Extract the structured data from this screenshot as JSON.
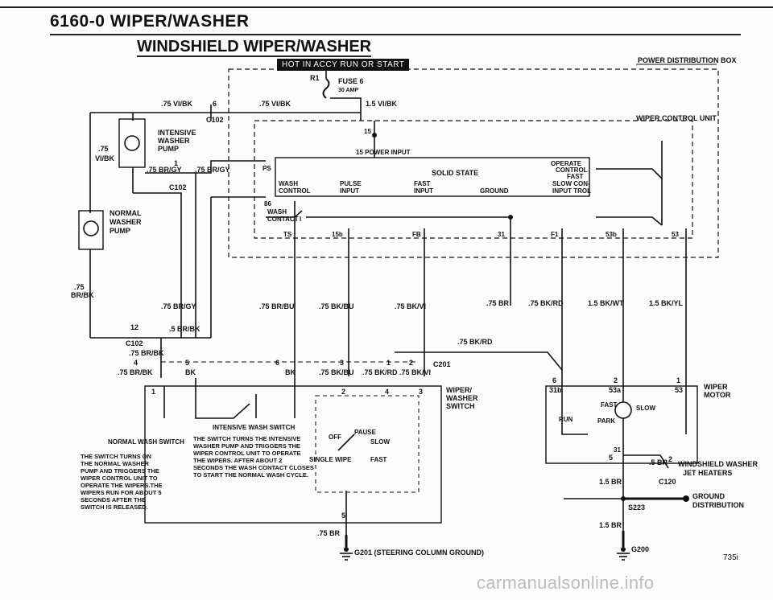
{
  "header": {
    "section": "6160-0 WIPER/WASHER",
    "subtitle": "WINDSHIELD WIPER/WASHER",
    "badge": "HOT IN ACCY RUN OR START",
    "page_number": "735i",
    "watermark": "carmanualsonline.info"
  },
  "labels": {
    "power_dist_box": "POWER DISTRIBUTION BOX",
    "r1": "R1",
    "fuse": "FUSE 6",
    "fuse_amp": "30 AMP",
    "w75vibk_a": ".75 VI/BK",
    "w75vibk_b": ".75 VI/BK",
    "w15vibk": "1.5 VI/BK",
    "pin6_top": "6",
    "c102_top": "C102",
    "wiper_control_unit": "WIPER CONTROL UNIT",
    "int_washer_1": "INTENSIVE",
    "int_washer_2": "WASHER",
    "int_washer_3": "PUMP",
    "w75_1": ".75",
    "vibk_left": "VI/BK",
    "w75brgy_a": ".75 BR/GY",
    "pin1_mid": "1",
    "w75brgy_b": ".75 BR/GY",
    "c102_mid": "C102",
    "norm_washer_1": "NORMAL",
    "norm_washer_2": "WASHER",
    "norm_washer_3": "PUMP",
    "t15": "15",
    "t15_power": "15 POWER INPUT",
    "ps": "PS",
    "solid_state": "SOLID STATE",
    "operate": "OPERATE",
    "control": "CONTROL",
    "fast": "FAST",
    "slow_con": "SLOW CON-",
    "input_trol": "INPUT TROL",
    "wash_control_1": "WASH",
    "wash_control_2": "CONTROL",
    "pulse_input_1": "PULSE",
    "pulse_input_2": "INPUT",
    "fast_input_1": "FAST",
    "fast_input_2": "INPUT",
    "ground": "GROUND",
    "t86": "86",
    "wash_contact_1": "WASH",
    "wash_contact_2": "CONTACT",
    "t_i": "I",
    "t_ts": "TS",
    "t_15b": "15b",
    "t_fb": "FB",
    "t_31": "31",
    "t_f1": "F1",
    "t_53b": "53b",
    "t_53": "53",
    "w75_brbk_1": ".75",
    "w75_brbk_2": "BR/BK",
    "w75brgy_c": ".75 BR/GY",
    "w75brbu": ".75 BR/BU",
    "w75bkbu": ".75 BK/BU",
    "w75bkvi": ".75 BK/VI",
    "w75br": ".75 BR",
    "w75bkrd": ".75 BK/RD",
    "w15bkwt": "1.5 BK/WT",
    "w15bkyl": "1.5 BK/YL",
    "pin12": "12",
    "w5brbk": ".5 BR/BK",
    "c102_low": "C102",
    "w75brbk_c": ".75 BR/BK",
    "pin4": "4",
    "w75brbk_d": ".75 BR/BK",
    "pin5": "5",
    "bk_a": "BK",
    "pin6_b": "6",
    "bk_b": "BK",
    "pin3": "3",
    "w75bkbu_b": ".75 BK/BU",
    "pin1_b": "1",
    "w75bkrd_b": ".75 BK/RD",
    "pin2": "2",
    "w75bkvi_b": ".75 BK/VI",
    "c201": "C201",
    "w75bkrd_c": ".75 BK/RD",
    "sw1": "1",
    "sw2": "2",
    "sw4": "4",
    "sw3": "3",
    "sw5": "5",
    "wws_1": "WIPER/",
    "wws_2": "WASHER",
    "wws_3": "SWITCH",
    "int_wash_sw": "INTENSIVE WASH SWITCH",
    "norm_wash_sw": "NORMAL WASH SWITCH",
    "note1_1": "THE SWITCH TURNS THE INTENSIVE",
    "note1_2": "WASHER PUMP AND TRIGGERS THE",
    "note1_3": "WIPER CONTROL UNIT TO OPERATE",
    "note1_4": "THE WIPERS. AFTER ABOUT 2",
    "note1_5": "SECONDS THE WASH CONTACT CLOSES",
    "note1_6": "TO START THE NORMAL WASH CYCLE.",
    "note2_1": "THE SWITCH TURNS ON",
    "note2_2": "THE NORMAL WASHER",
    "note2_3": "PUMP AND TRIGGERS THE",
    "note2_4": "WIPER CONTROL UNIT TO",
    "note2_5": "OPERATE THE WIPERS.THE",
    "note2_6": "WIPERS RUN FOR ABOUT 5",
    "note2_7": "SECONDS AFTER THE",
    "note2_8": "SWITCH IS RELEASED.",
    "off": "OFF",
    "pause": "PAUSE",
    "slow_sw": "SLOW",
    "single_wipe": "SINGLE WIPE",
    "fast_sw": "FAST",
    "w75br_bot": ".75 BR",
    "g201": "G201 (STEERING COLUMN GROUND)",
    "m6": "6",
    "m2": "2",
    "m1": "1",
    "m31b": "31b",
    "m53a": "53a",
    "m53": "53",
    "wiper_motor_1": "WIPER",
    "wiper_motor_2": "MOTOR",
    "m_fast": "FAST",
    "m_slow": "SLOW",
    "run": "RUN",
    "park": "PARK",
    "m31": "31",
    "m5": "5",
    "w5br": ".5 BR",
    "m_2b": "2",
    "wjh_1": "WINDSHIELD WASHER",
    "wjh_2": "JET HEATERS",
    "c120": "C120",
    "w15br_a": "1.5 BR",
    "gnd_dist_1": "GROUND",
    "gnd_dist_2": "DISTRIBUTION",
    "s223": "S223",
    "w15br_b": "1.5 BR",
    "g200": "G200"
  }
}
